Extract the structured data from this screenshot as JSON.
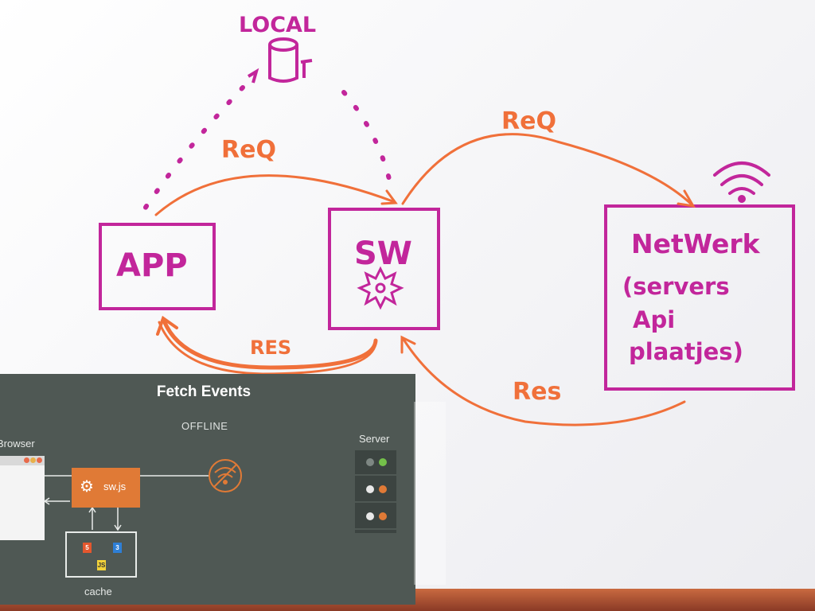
{
  "sketch": {
    "local_label": "LOCAL",
    "app_label": "APP",
    "sw_label": "SW",
    "network_lines": [
      "NetWerk",
      "(servers",
      "Api",
      "plaatjes)"
    ],
    "req_left": "ReQ",
    "req_right": "ReQ",
    "res_left": "RES",
    "res_right": "Res",
    "colors": {
      "magenta": "#c2269b",
      "orange": "#f0703a"
    }
  },
  "card": {
    "title": "Fetch Events",
    "offline_label": "OFFLINE",
    "browser_label": "Browser",
    "server_label": "Server",
    "sw_file_label": "sw.js",
    "cache_label": "cache",
    "file_icons": [
      "5",
      "3",
      "JS"
    ],
    "colors": {
      "background": "#4f5854",
      "accent": "#e07a36"
    }
  }
}
